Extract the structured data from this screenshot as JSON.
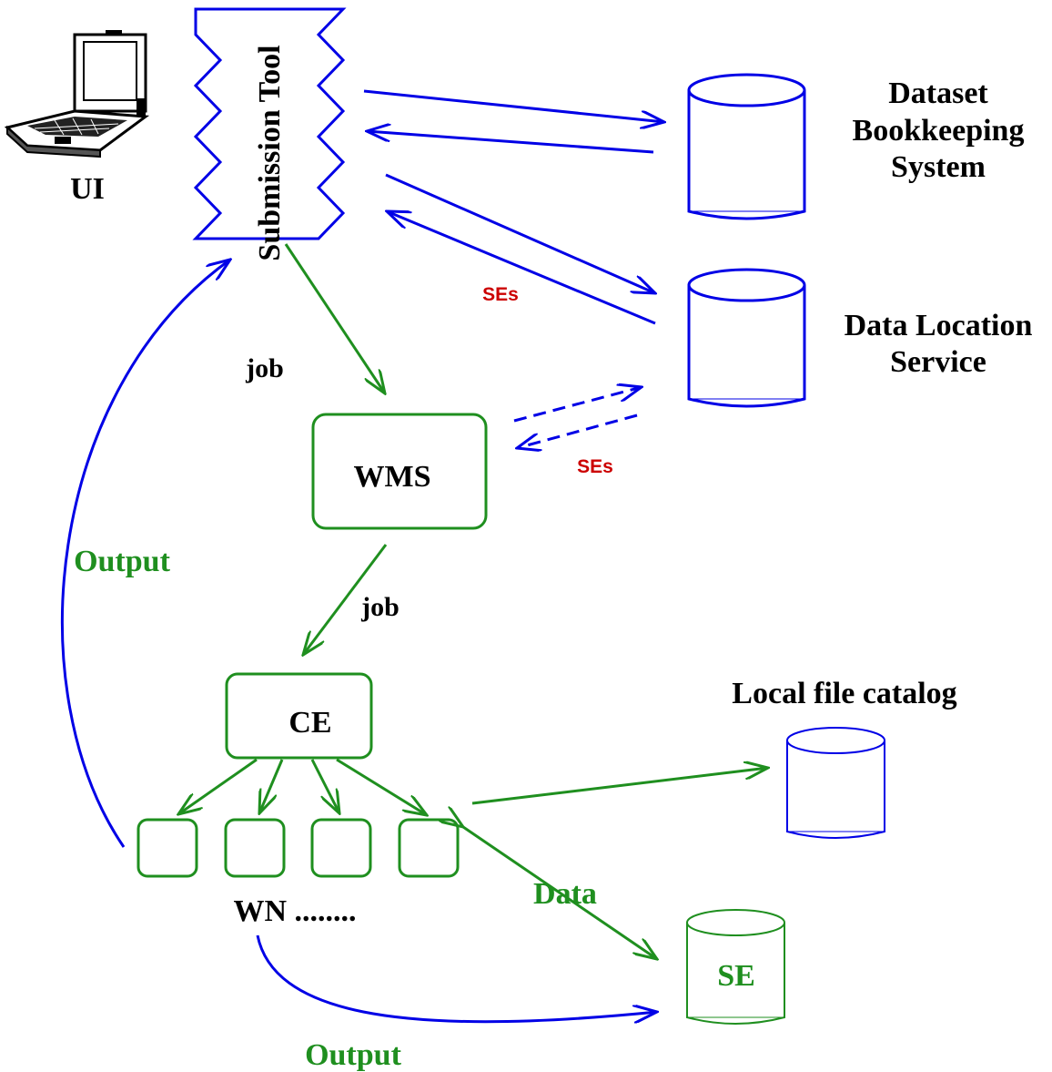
{
  "labels": {
    "ui": "UI",
    "submission_tool": "Submission Tool",
    "dbs_line1": "Dataset",
    "dbs_line2": "Bookkeeping",
    "dbs_line3": "System",
    "dls_line1": "Data Location",
    "dls_line2": "Service",
    "ses_top": "SEs",
    "ses_mid": "SEs",
    "job_top": "job",
    "job_mid": "job",
    "wms": "WMS",
    "ce": "CE",
    "output_left": "Output",
    "output_bottom": "Output",
    "local_file_catalog": "Local file catalog",
    "wn": "WN ........",
    "data": "Data",
    "se": "SE"
  },
  "colors": {
    "blue": "#0000e6",
    "green": "#1f8f1f",
    "red": "#cc0000",
    "black": "#000000"
  }
}
